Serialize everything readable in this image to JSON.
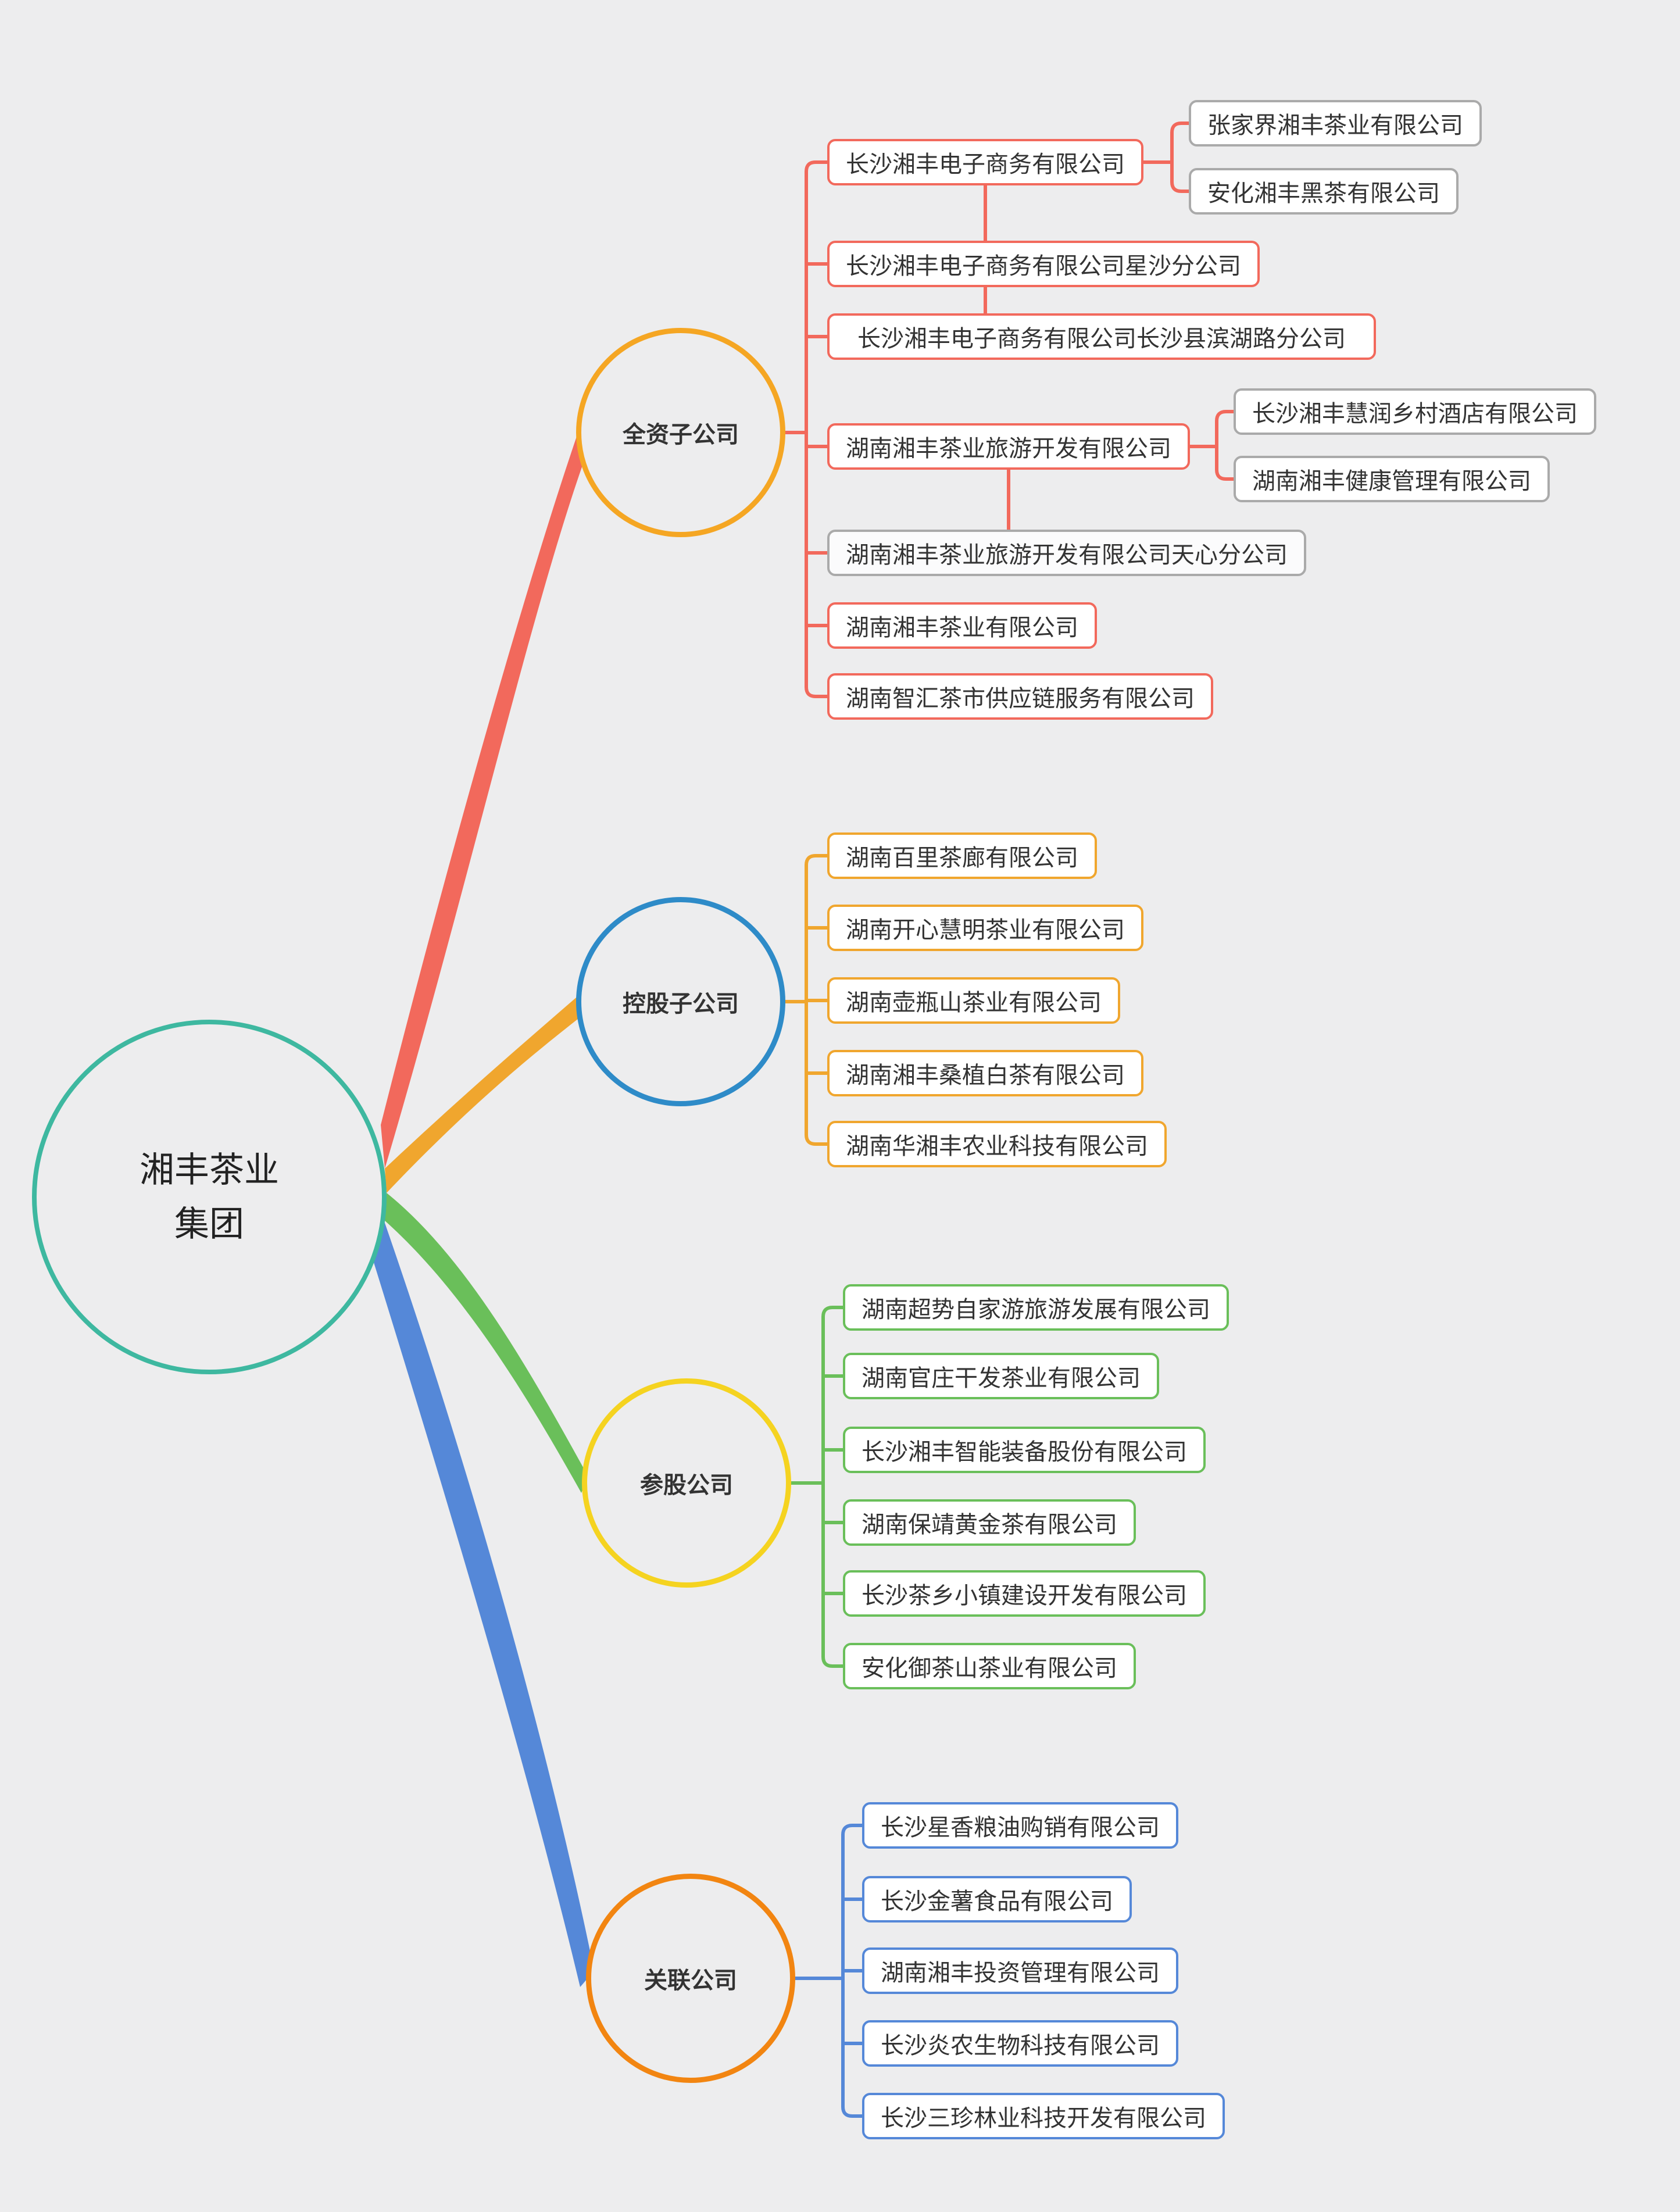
{
  "page": {
    "background": "#ededee",
    "node_background": "#ffffff"
  },
  "root": {
    "label_line1": "湘丰茶业",
    "label_line2": "集团",
    "border_color": "#3eb8a0"
  },
  "branches": [
    {
      "label": "全资子公司",
      "circle_color": "#f5a623",
      "link_color": "#f2695c",
      "sub_border_color": "#aaaaaa",
      "children": [
        {
          "label": "长沙湘丰电子商务有限公司",
          "children": [
            "张家界湘丰茶业有限公司",
            "安化湘丰黑茶有限公司"
          ]
        },
        {
          "label": "长沙湘丰电子商务有限公司星沙分公司"
        },
        {
          "label": "长沙湘丰电子商务有限公司长沙县滨湖路分公司"
        },
        {
          "label": "湖南湘丰茶业旅游开发有限公司",
          "children": [
            "长沙湘丰慧润乡村酒店有限公司",
            "湖南湘丰健康管理有限公司"
          ]
        },
        {
          "label": "湖南湘丰茶业旅游开发有限公司天心分公司"
        },
        {
          "label": "湖南湘丰茶业有限公司"
        },
        {
          "label": "湖南智汇茶市供应链服务有限公司"
        }
      ]
    },
    {
      "label": "控股子公司",
      "circle_color": "#2e8bc8",
      "link_color": "#f0a62e",
      "children": [
        {
          "label": "湖南百里茶廊有限公司"
        },
        {
          "label": "湖南开心慧明茶业有限公司"
        },
        {
          "label": "湖南壶瓶山茶业有限公司"
        },
        {
          "label": "湖南湘丰桑植白茶有限公司"
        },
        {
          "label": "湖南华湘丰农业科技有限公司"
        }
      ]
    },
    {
      "label": "参股公司",
      "circle_color": "#f5d320",
      "link_color": "#6abf5a",
      "children": [
        {
          "label": "湖南超势自家游旅游发展有限公司"
        },
        {
          "label": "湖南官庄干发茶业有限公司"
        },
        {
          "label": "长沙湘丰智能装备股份有限公司"
        },
        {
          "label": "湖南保靖黄金茶有限公司"
        },
        {
          "label": "长沙茶乡小镇建设开发有限公司"
        },
        {
          "label": "安化御茶山茶业有限公司"
        }
      ]
    },
    {
      "label": "关联公司",
      "circle_color": "#f28511",
      "link_color": "#5588d8",
      "children": [
        {
          "label": "长沙星香粮油购销有限公司"
        },
        {
          "label": "长沙金薯食品有限公司"
        },
        {
          "label": "湖南湘丰投资管理有限公司"
        },
        {
          "label": "长沙炎农生物科技有限公司"
        },
        {
          "label": "长沙三珍林业科技开发有限公司"
        }
      ]
    }
  ]
}
